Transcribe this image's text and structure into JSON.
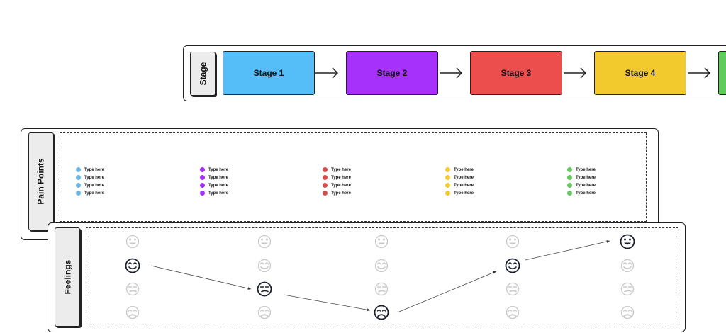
{
  "stage_row": {
    "label": "Stage",
    "stages": [
      {
        "label": "Stage 1",
        "color": "#55bdf8"
      },
      {
        "label": "Stage 2",
        "color": "#a531fb"
      },
      {
        "label": "Stage 3",
        "color": "#ec4e4e"
      },
      {
        "label": "Stage 4",
        "color": "#f3ca2e"
      },
      {
        "label": "",
        "color": "#5fcb5a"
      }
    ]
  },
  "pain_points": {
    "label": "Pain Points",
    "columns": [
      {
        "color": "#6ab6e8",
        "items": [
          "Type here",
          "Type here",
          "Type here",
          "Type here"
        ]
      },
      {
        "color": "#a531fb",
        "items": [
          "Type here",
          "Type here",
          "Type here",
          "Type here"
        ]
      },
      {
        "color": "#d94a4a",
        "items": [
          "Type here",
          "Type here",
          "Type here",
          "Type here"
        ]
      },
      {
        "color": "#f3ca2e",
        "items": [
          "Type here",
          "Type here",
          "Type here",
          "Type here"
        ]
      },
      {
        "color": "#66c65e",
        "items": [
          "Type here",
          "Type here",
          "Type here",
          "Type here"
        ]
      }
    ]
  },
  "feelings": {
    "label": "Feelings",
    "moods": [
      "very-happy",
      "happy",
      "unsure",
      "sad"
    ],
    "selected_per_stage": [
      "happy",
      "unsure",
      "sad",
      "happy",
      "very-happy"
    ]
  }
}
